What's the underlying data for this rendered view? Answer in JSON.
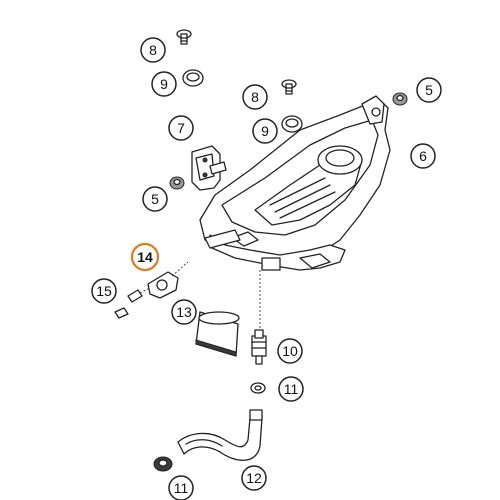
{
  "diagram": {
    "accent_color": "#e07a1f",
    "callouts": [
      {
        "id": "c8a",
        "label": "8"
      },
      {
        "id": "c9a",
        "label": "9"
      },
      {
        "id": "c8b",
        "label": "8"
      },
      {
        "id": "c5a",
        "label": "5"
      },
      {
        "id": "c7",
        "label": "7"
      },
      {
        "id": "c9b",
        "label": "9"
      },
      {
        "id": "c6",
        "label": "6"
      },
      {
        "id": "c5b",
        "label": "5"
      },
      {
        "id": "c14",
        "label": "14",
        "highlight": true
      },
      {
        "id": "c15",
        "label": "15"
      },
      {
        "id": "c13",
        "label": "13"
      },
      {
        "id": "c10",
        "label": "10"
      },
      {
        "id": "c11a",
        "label": "11"
      },
      {
        "id": "c12",
        "label": "12"
      },
      {
        "id": "c11b",
        "label": "11"
      }
    ]
  }
}
